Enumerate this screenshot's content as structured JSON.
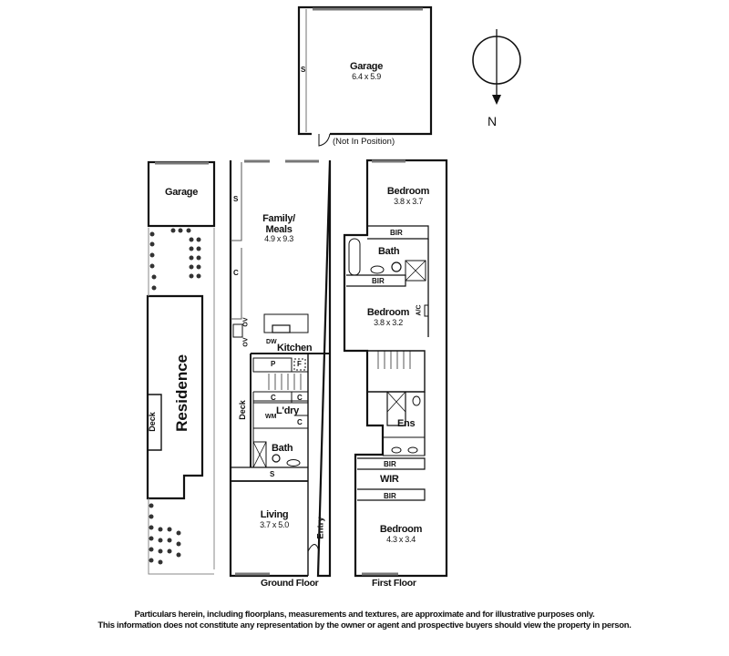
{
  "compass": {
    "label": "N"
  },
  "garage_remote": {
    "name": "Garage",
    "dims": "6.4 x 5.9",
    "note": "(Not In Position)",
    "store": "S"
  },
  "neighbour": {
    "garage": "Garage",
    "residence": "Residence",
    "deck": "Deck"
  },
  "ground_floor": {
    "title": "Ground Floor",
    "rooms": {
      "family": {
        "name": "Family/\nMeals",
        "name_line1": "Family/",
        "name_line2": "Meals",
        "dims": "4.9 x 9.3"
      },
      "kitchen": {
        "name": "Kitchen",
        "dw": "DW",
        "ov1": "OV",
        "ov2": "OV"
      },
      "storage_s": "S",
      "cupboard_c": "C",
      "pantry": "P",
      "fridge": "F",
      "laundry": {
        "name": "L'dry",
        "wm": "WM",
        "c1": "C",
        "c2": "C",
        "c3": "C"
      },
      "deck": "Deck",
      "bath": "Bath",
      "store_s": "S",
      "living": {
        "name": "Living",
        "dims": "3.7 x 5.0"
      },
      "entry": "Entry"
    }
  },
  "first_floor": {
    "title": "First Floor",
    "rooms": {
      "bedroom1": {
        "name": "Bedroom",
        "dims": "3.8 x 3.7"
      },
      "bir1": "BIR",
      "bath": "Bath",
      "bir2": "BIR",
      "bedroom2": {
        "name": "Bedroom",
        "dims": "3.8 x 3.2"
      },
      "ac": "A/C",
      "ensuite": "Ens",
      "bir3": "BIR",
      "wir": "WIR",
      "bir4": "BIR",
      "bedroom3": {
        "name": "Bedroom",
        "dims": "4.3 x 3.4"
      }
    }
  },
  "disclaimer": {
    "line1": "Particulars herein, including floorplans, measurements and textures, are approximate and for illustrative purposes only.",
    "line2": "This information does not constitute any representation by the owner or agent and prospective buyers should view the property in person."
  }
}
